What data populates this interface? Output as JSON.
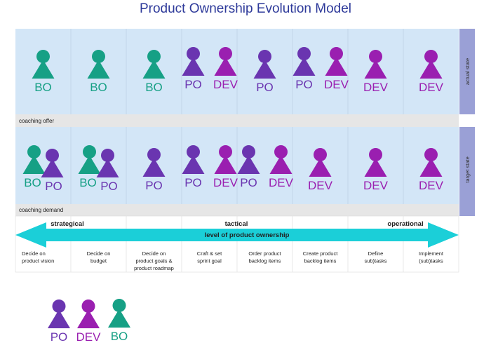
{
  "title": "Product Ownership Evolution Model",
  "colors": {
    "BO": "#16a085",
    "PO": "#6a35b0",
    "DEV": "#9a1fb0",
    "panel": "#d3e6f7",
    "band": "#e6e6e6",
    "arrow": "#1bcfd8",
    "sideBar": "#9aa0d6"
  },
  "side_labels": {
    "actual": "actual state",
    "target": "target state"
  },
  "band_labels": {
    "coaching_offer": "coaching offer",
    "coaching_demand": "coaching demand"
  },
  "phases": {
    "strategical": "strategical",
    "tactical": "tactical",
    "operational": "operational"
  },
  "arrow_label": "level of product ownership",
  "activities": [
    "Decide on product vision",
    "Decide on budget",
    "Decide on product goals & product roadmap",
    "Craft & set sprint goal",
    "Order product backlog items",
    "Create product backlog items",
    "Define sub)tasks",
    "Implement (sub)tasks"
  ],
  "actual_state": [
    [
      "BO"
    ],
    [
      "BO"
    ],
    [
      "BO"
    ],
    [
      "PO",
      "DEV"
    ],
    [
      "PO"
    ],
    [
      "PO",
      "DEV"
    ],
    [
      "DEV"
    ],
    [
      "DEV"
    ]
  ],
  "target_state": [
    [
      "BO",
      "PO"
    ],
    [
      "BO",
      "PO"
    ],
    [
      "PO"
    ],
    [
      "PO",
      "DEV"
    ],
    [
      "PO",
      "DEV"
    ],
    [
      "DEV"
    ],
    [
      "DEV"
    ],
    [
      "DEV"
    ]
  ],
  "legend": [
    "PO",
    "DEV",
    "BO"
  ]
}
